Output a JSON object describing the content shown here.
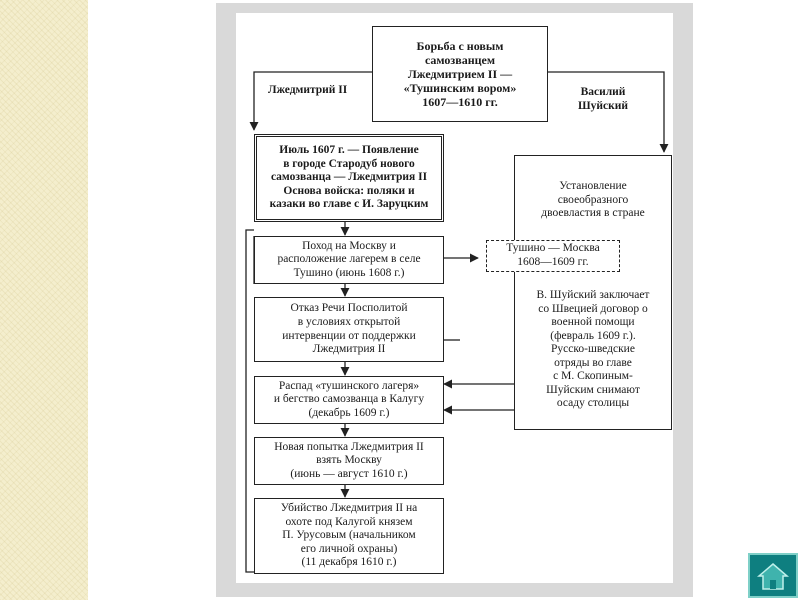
{
  "diagram": {
    "title_box": [
      "Борьба с новым",
      "самозванцем",
      "Лжедмитрием II —",
      "«Тушинским вором»",
      "1607—1610 гг."
    ],
    "left_label": "Лжедмитрий II",
    "right_label": [
      "Василий",
      "Шуйский"
    ],
    "box_july_1607": [
      "Июль 1607 г. — Появление",
      "в городе Стародуб нового",
      "самозванца — Лжедмитрия II",
      "Основа войска: поляки и",
      "казаки во главе с И. Заруцким"
    ],
    "box_march": [
      "Поход на Москву и",
      "расположение лагерем в селе",
      "Тушино (июнь 1608 г.)"
    ],
    "box_poland": [
      "Отказ Речи Посполитой",
      "в условиях открытой",
      "интервенции от поддержки",
      "Лжедмитрия II"
    ],
    "box_collapse": [
      "Распад «тушинского лагеря»",
      "и бегство самозванца в Калугу",
      "(декабрь 1609 г.)"
    ],
    "box_new_attempt": [
      "Новая попытка Лжедмитрия II",
      "взять Москву",
      "(июнь — август 1610 г.)"
    ],
    "box_murder": [
      "Убийство Лжедмитрия II на",
      "охоте под Калугой князем",
      "П. Урусовым (начальником",
      "его личной охраны)",
      "(11 декабря 1610 г.)"
    ],
    "box_dual_power": [
      "Установление",
      "своеобразного",
      "двоевластия в стране"
    ],
    "box_tushino_moscow": [
      "Тушино — Москва",
      "1608—1609 гг."
    ],
    "box_shuisky": [
      "В. Шуйский заключает",
      "со Швецией договор о",
      "военной помощи",
      "(февраль 1609 г.).",
      "Русско-шведские",
      "отряды во главе",
      "с М. Скопиным-",
      "Шуйским снимают",
      "осаду столицы"
    ]
  },
  "nav": {
    "home_icon": "home-icon",
    "accent": "#0e7f80"
  }
}
